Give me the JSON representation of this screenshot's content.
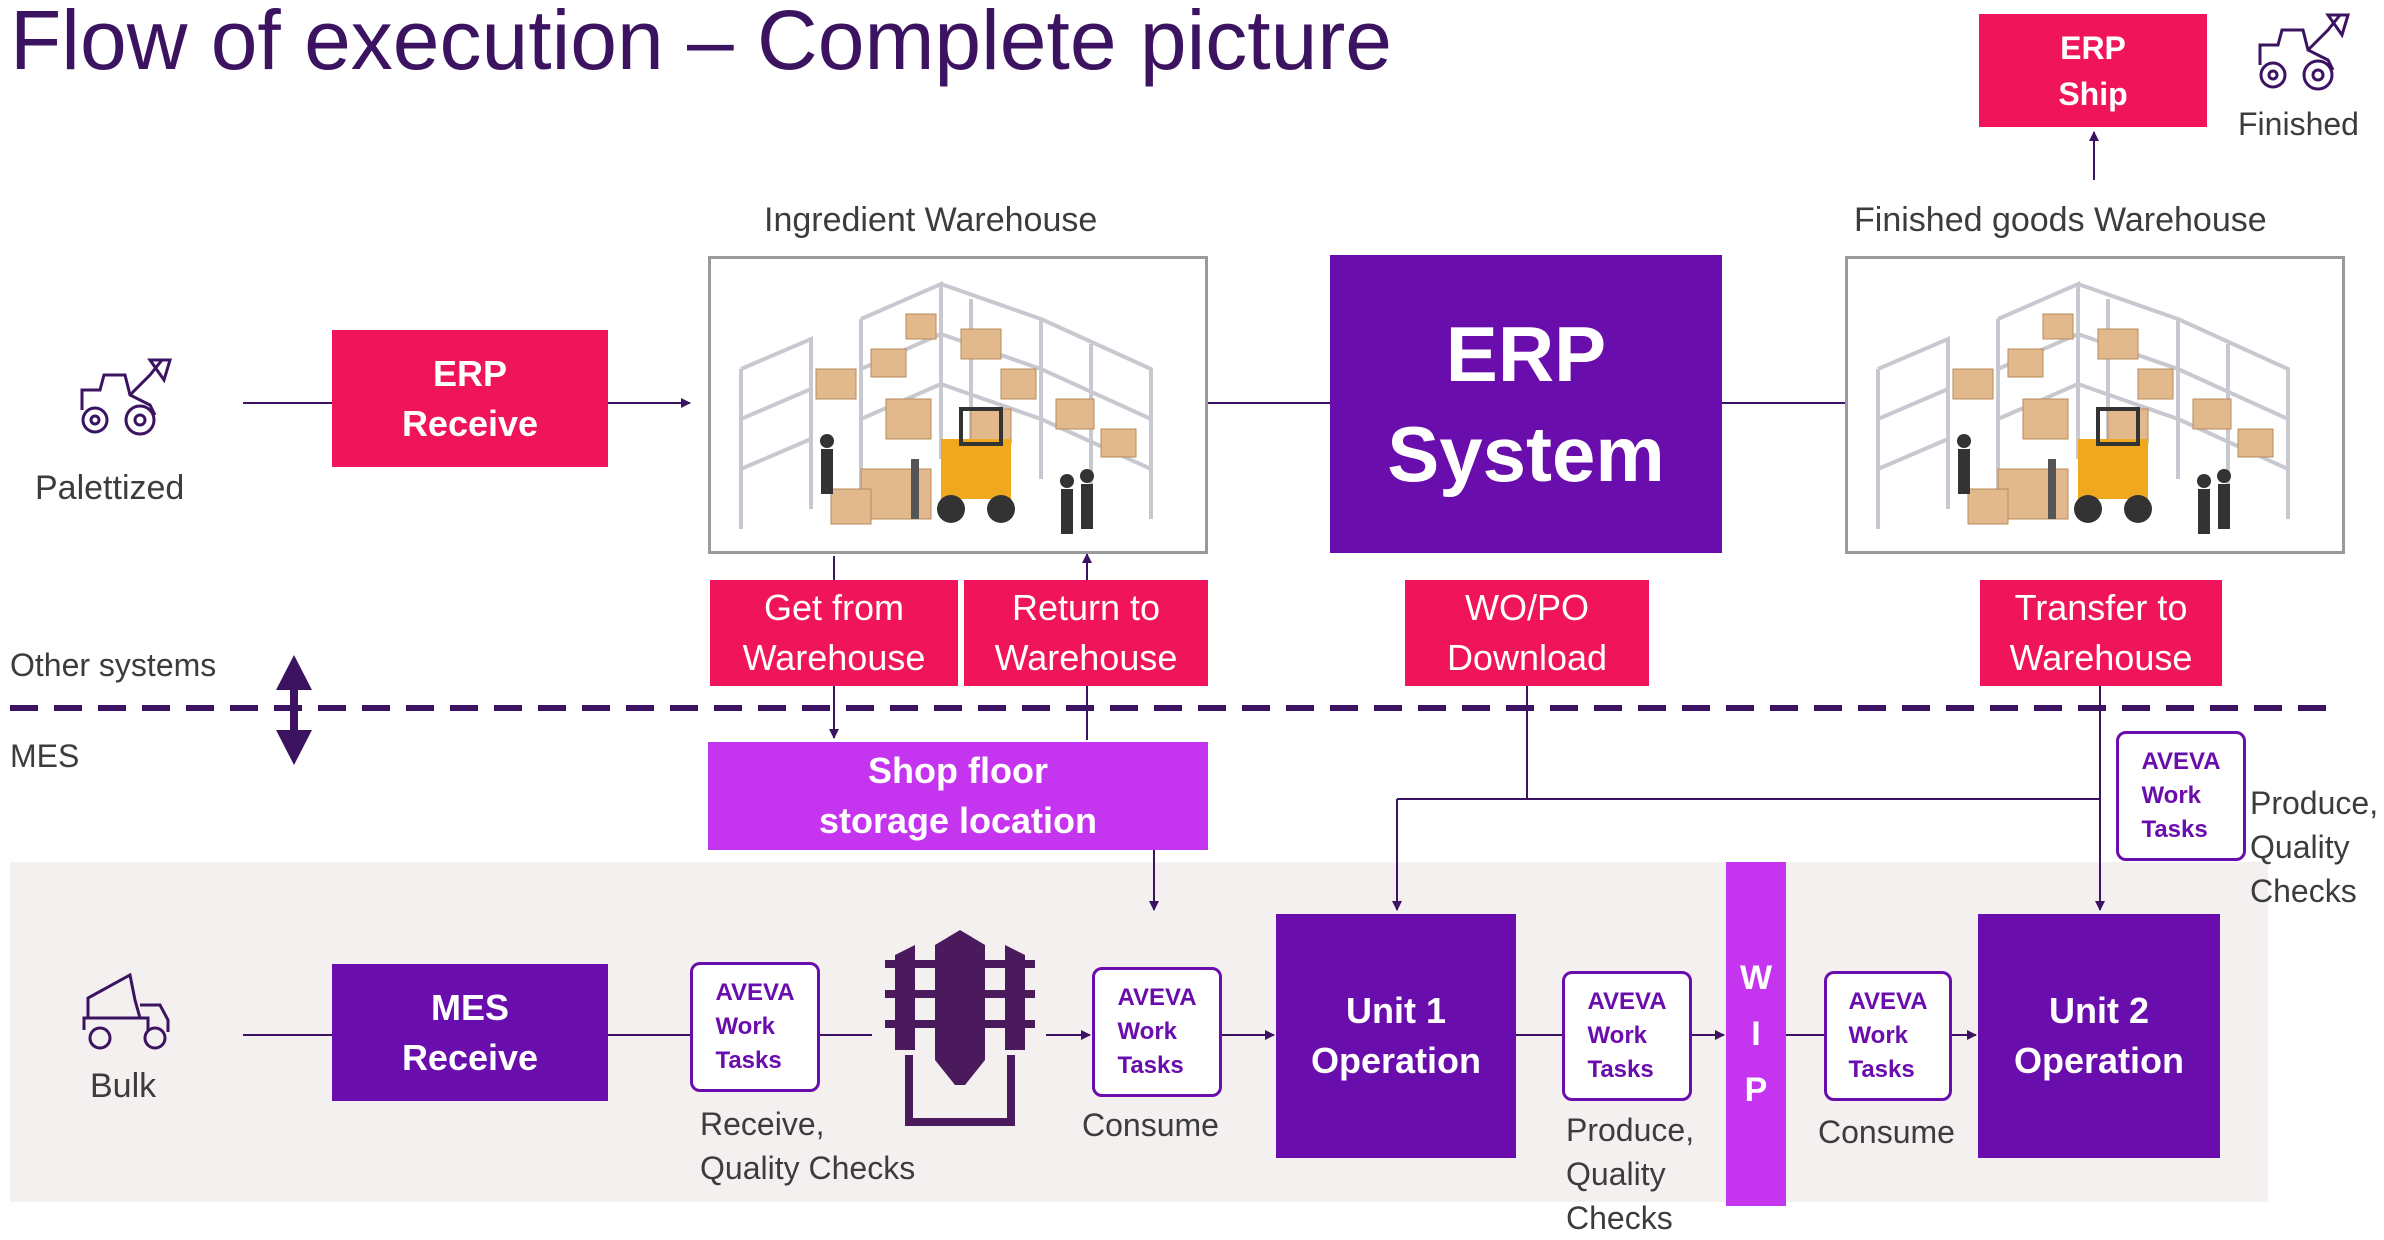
{
  "title": "Flow of execution – Complete picture",
  "labels": {
    "ingredient_warehouse": "Ingredient Warehouse",
    "finished_goods_warehouse": "Finished goods Warehouse",
    "palettized": "Palettized",
    "bulk": "Bulk",
    "finished": "Finished",
    "other_systems": "Other systems",
    "mes": "MES",
    "receive_quality_checks": "Receive,\nQuality Checks",
    "consume_1": "Consume",
    "consume_2": "Consume",
    "produce_quality_checks_1": "Produce,\nQuality\nChecks",
    "produce_quality_checks_2": "Produce,\nQuality\nChecks"
  },
  "boxes": {
    "erp_receive": "ERP\nReceive",
    "erp_ship": "ERP\nShip",
    "erp_system": "ERP\nSystem",
    "get_from_warehouse": "Get from\nWarehouse",
    "return_to_warehouse": "Return to\nWarehouse",
    "wo_po_download": "WO/PO\nDownload",
    "transfer_to_warehouse": "Transfer to\nWarehouse",
    "shop_floor_storage": "Shop floor\nstorage location",
    "mes_receive": "MES\nReceive",
    "unit1_operation": "Unit 1\nOperation",
    "unit2_operation": "Unit 2\nOperation",
    "wip": "W\nI\nP"
  },
  "aveva_tasks": "AVEVA\nWork\nTasks",
  "icons": [
    "loader-icon",
    "dump-truck-icon",
    "silo-icon",
    "warehouse-illustration",
    "up-down-arrow-icon"
  ],
  "colors": {
    "erp_red": "#f0145a",
    "mes_purple": "#6a0dad",
    "storage_magenta": "#c535f0",
    "title_purple": "#3c1361",
    "mes_band": "#f4f0ef"
  }
}
